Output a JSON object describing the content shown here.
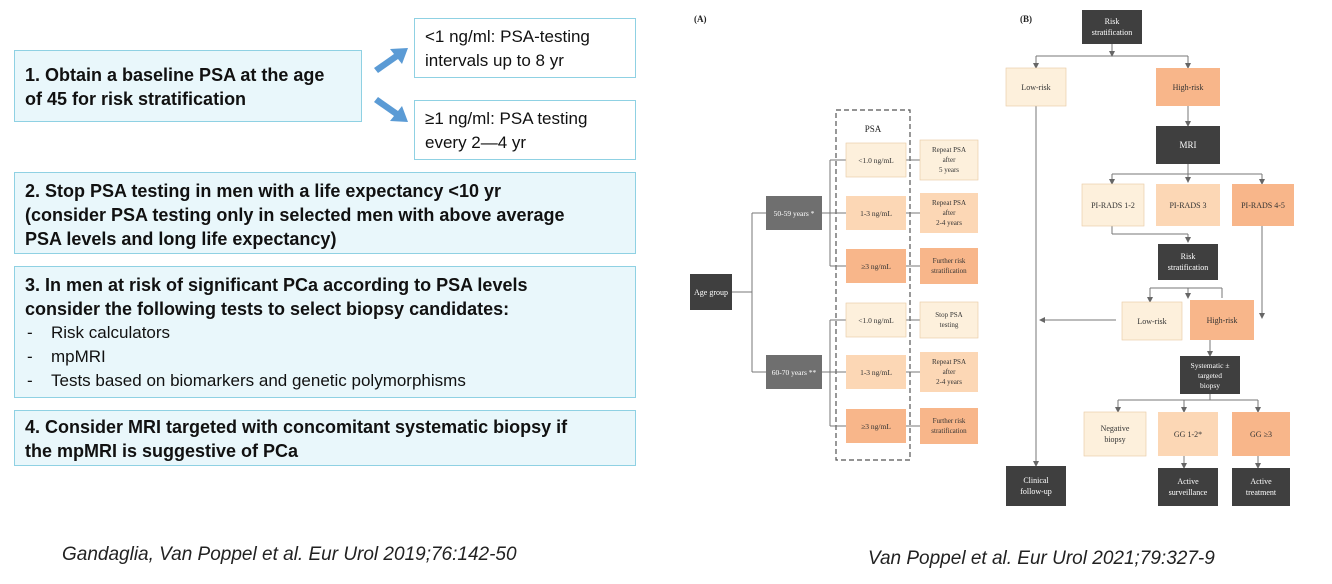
{
  "left": {
    "step1": [
      "1. Obtain a baseline PSA at the age",
      "of 45 for risk stratification"
    ],
    "out_low": [
      "<1 ng/ml: PSA-testing",
      "intervals up to 8 yr"
    ],
    "out_high": [
      "≥1 ng/ml: PSA testing",
      "every 2—4 yr"
    ],
    "step2": [
      "2. Stop PSA testing in men with a life expectancy <10 yr",
      "(consider PSA testing only in selected men with above average",
      "PSA levels and long life expectancy)"
    ],
    "step3": [
      "3. In men at risk of significant PCa according to PSA levels",
      "consider the following tests to select biopsy candidates:"
    ],
    "step3_items": [
      "Risk calculators",
      "mpMRI",
      "Tests based on biomarkers and genetic polymorphisms"
    ],
    "step4": [
      "4. Consider MRI targeted with concomitant systematic biopsy if",
      "the mpMRI is suggestive of PCa"
    ],
    "citation": "Gandaglia, Van Poppel et al. Eur Urol 2019;76:142-50"
  },
  "panelA": {
    "label": "(A)",
    "psa_header": "PSA",
    "age_group": "Age group",
    "ages": [
      "50-59 years *",
      "60-70 years **"
    ],
    "levels": [
      "<1.0 ng/mL",
      "1-3 ng/mL",
      "≥3 ng/mL",
      "<1.0 ng/mL",
      "1-3 ng/mL",
      "≥3 ng/mL"
    ],
    "actions": [
      [
        "Repeat PSA",
        "after",
        "5 years"
      ],
      [
        "Repeat PSA",
        "after",
        "2-4 years"
      ],
      [
        "Further risk",
        "stratification"
      ],
      [
        "Stop PSA",
        "testing"
      ],
      [
        "Repeat PSA",
        "after",
        "2-4 years"
      ],
      [
        "Further risk",
        "stratification"
      ]
    ]
  },
  "panelB": {
    "label": "(B)",
    "risk_strat": [
      "Risk",
      "stratification"
    ],
    "low_risk": "Low-risk",
    "high_risk": "High-risk",
    "mri": "MRI",
    "pirads": [
      "PI-RADS 1-2",
      "PI-RADS 3",
      "PI-RADS 4-5"
    ],
    "risk_strat2": [
      "Risk",
      "stratification"
    ],
    "low_risk2": "Low-risk",
    "high_risk2": "High-risk",
    "biopsy": [
      "Systematic ±",
      "targeted",
      "biopsy"
    ],
    "neg_biopsy": [
      "Negative",
      "biopsy"
    ],
    "gg12": "GG 1-2*",
    "gg3": "GG ≥3",
    "clinical": [
      "Clinical",
      "follow-up"
    ],
    "active_surv": [
      "Active",
      "surveillance"
    ],
    "active_treat": [
      "Active",
      "treatment"
    ]
  },
  "right_citation": "Van Poppel et al. Eur Urol 2021;79:327-9",
  "colors": {
    "box_fill": "#e9f7fb",
    "box_border": "#8fd1e3",
    "arrow": "#5b9bd5",
    "dark": "#3f3f3f",
    "light_peach": "#fdf0dc",
    "mid_peach": "#fcd7b5",
    "deep_peach": "#f8b68a"
  }
}
